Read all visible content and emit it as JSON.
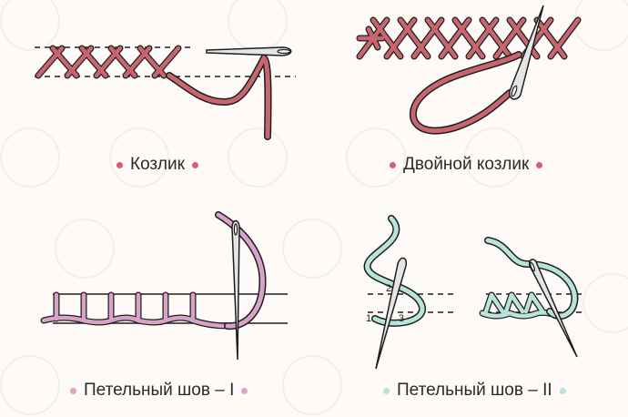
{
  "captions": {
    "kozlik": "Козлик",
    "double_kozlik": "Двойной козлик",
    "buttonhole_1": "Петельный шов – I",
    "buttonhole_2": "Петельный шов – II"
  },
  "labels": {
    "n1": "1",
    "n2": "2",
    "n3": "3"
  },
  "colors": {
    "red_thread": "#c86670",
    "red_dot": "#d4606c",
    "pink_thread": "#d9a2c8",
    "pink_dot": "#dfa3c7",
    "mint_thread": "#b8e4dc",
    "mint_dot": "#b7e3da",
    "outline": "#1e1e1e",
    "background": "#fdfaf7"
  },
  "icons": {
    "needle": "needle-icon",
    "thread": "thread-icon"
  }
}
